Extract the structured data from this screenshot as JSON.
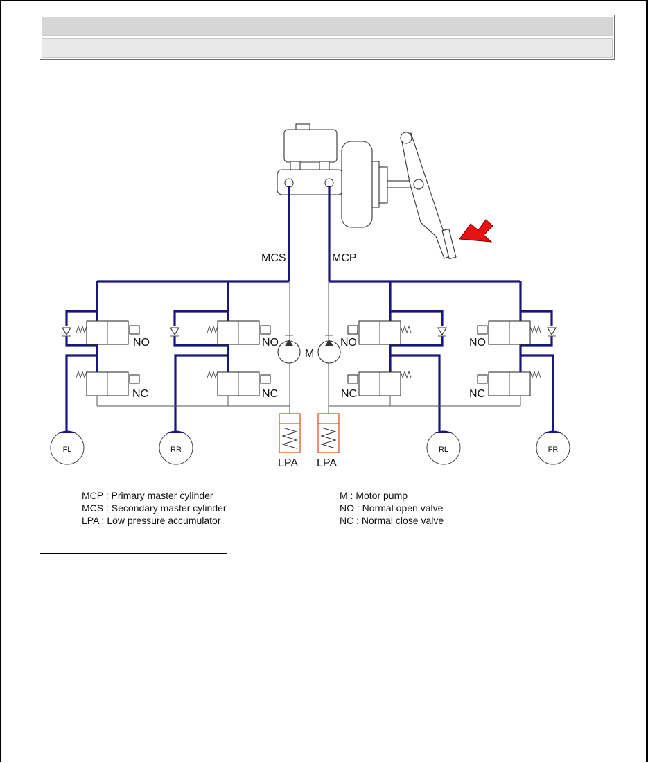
{
  "diagram": {
    "master_labels": {
      "mcs": "MCS",
      "mcp": "MCP"
    },
    "pump_label": "M",
    "valve_labels": {
      "no": "NO",
      "nc": "NC"
    },
    "accumulator_label": "LPA",
    "wheels": {
      "fl": "FL",
      "rr": "RR",
      "rl": "RL",
      "fr": "FR"
    },
    "colors": {
      "pipe": "#17177d",
      "arrow": "#e81010",
      "accumulator": "#d9542b"
    }
  },
  "legend": {
    "left": [
      "MCP : Primary master cylinder",
      "MCS : Secondary master cylinder",
      "LPA : Low pressure accumulator"
    ],
    "right": [
      "M : Motor pump",
      "NO : Normal open valve",
      "NC : Normal close valve"
    ]
  }
}
